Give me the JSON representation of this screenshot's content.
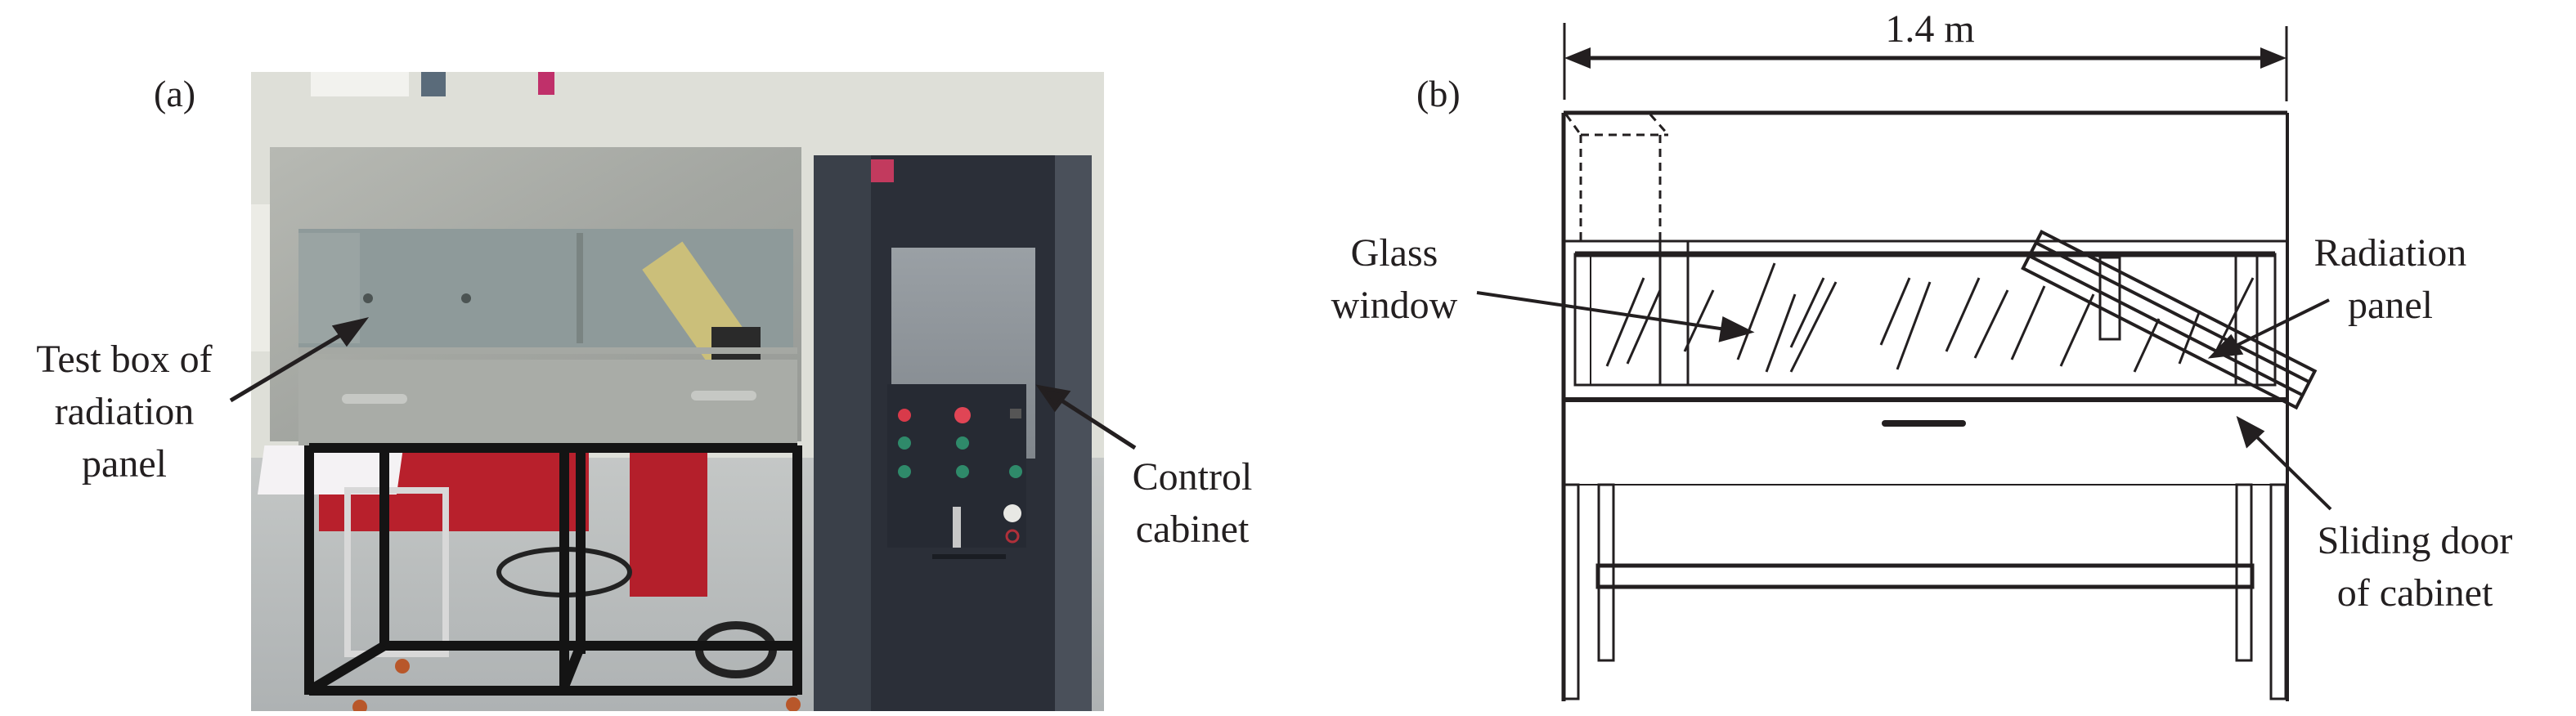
{
  "figure": {
    "panel_a": {
      "label": "(a)",
      "description": "Photograph of experimental apparatus",
      "callouts": [
        {
          "id": "test-box",
          "lines": [
            "Test box of",
            "radiation",
            "panel"
          ]
        },
        {
          "id": "control-cabinet",
          "lines": [
            "Control",
            "cabinet"
          ]
        }
      ]
    },
    "panel_b": {
      "label": "(b)",
      "description": "Schematic drawing of test box",
      "dimension": "1.4 m",
      "callouts": [
        {
          "id": "glass-window",
          "lines": [
            "Glass",
            "window"
          ]
        },
        {
          "id": "radiation-panel",
          "lines": [
            "Radiation",
            "panel"
          ]
        },
        {
          "id": "sliding-door",
          "lines": [
            "Sliding door",
            "of cabinet"
          ]
        }
      ]
    }
  },
  "colors": {
    "text": "#231f20",
    "steel": "#a9aba6",
    "steel_dark": "#8c8f8b",
    "cabinet": "#2b2f38",
    "cabinet_edge": "#4a505a",
    "screen": "#8f959a",
    "red_button": "#d83a4a",
    "green_button": "#2f8a6a",
    "floor": "#b9bdbd",
    "wall": "#e4e4dc",
    "red_equipment": "#b8202c",
    "frame": "#141414"
  }
}
